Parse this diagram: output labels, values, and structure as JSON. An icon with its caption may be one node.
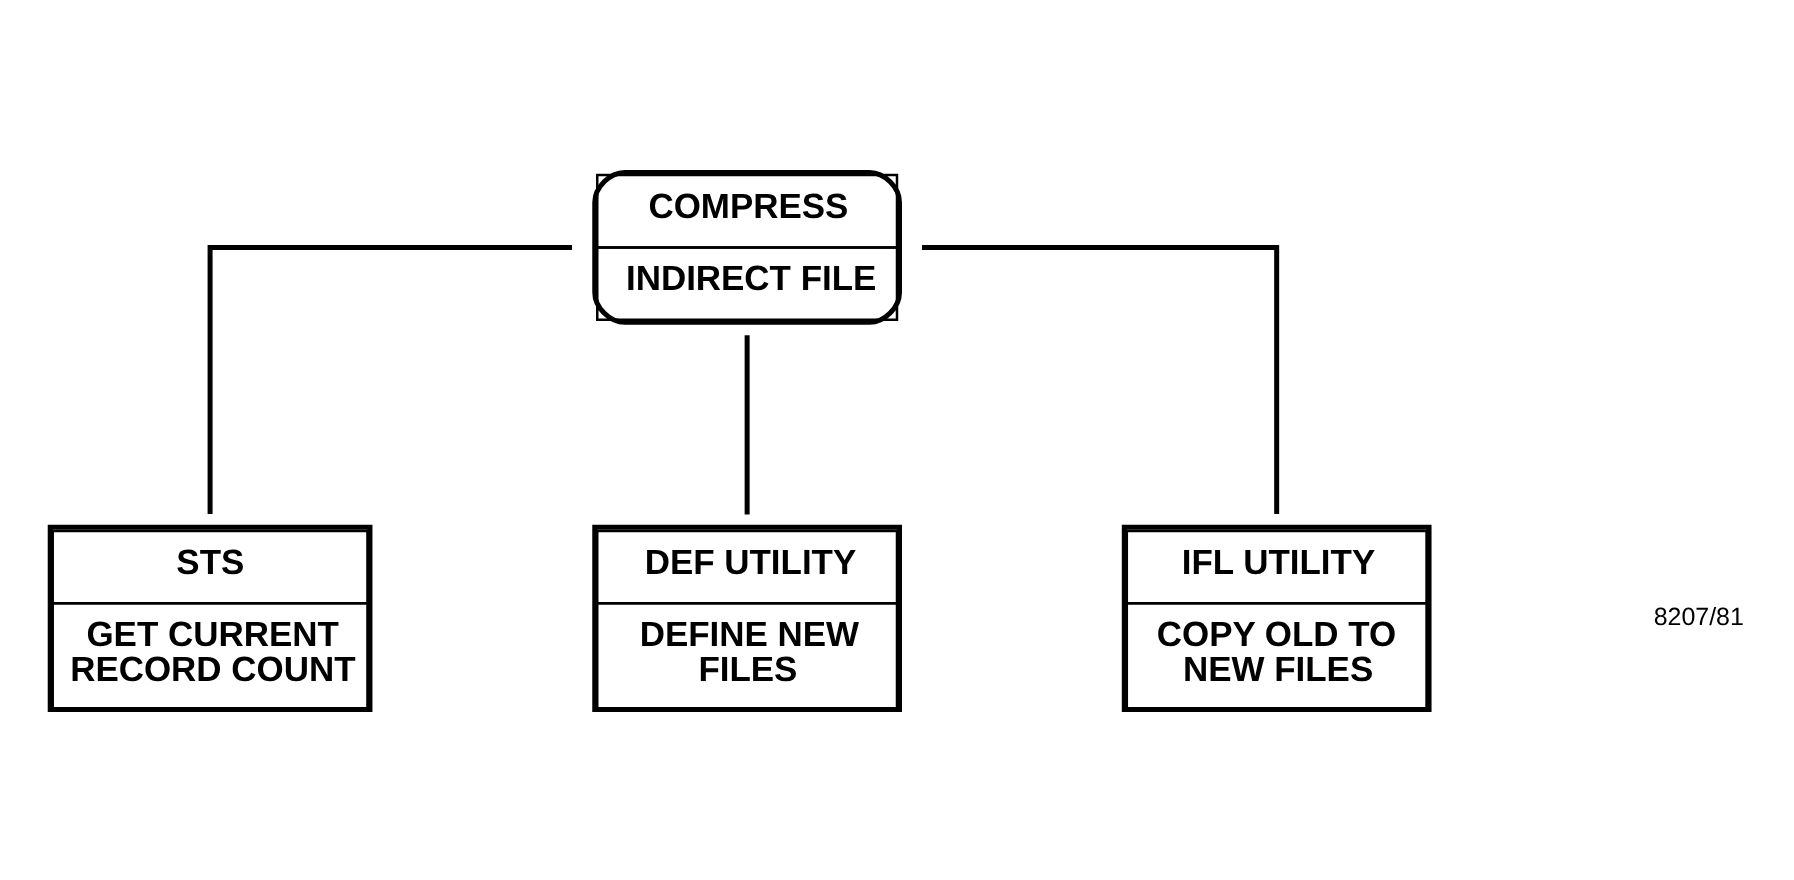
{
  "diagram": {
    "nodes": [
      {
        "text": [
          "COMPRESS",
          "INDIRECT FILE"
        ]
      },
      {
        "text": [
          "STS",
          "GET CURRENT RECORD COUNT"
        ]
      },
      {
        "text": [
          "DEF UTILITY",
          "DEFINE NEW FILES"
        ]
      },
      {
        "text": [
          "IFL UTILITY",
          "COPY OLD TO NEW FILES"
        ]
      }
    ],
    "edges": [
      {
        "from": 0,
        "to": 1,
        "arrow": "none"
      },
      {
        "from": 0,
        "to": 2,
        "arrow": "none"
      },
      {
        "from": 0,
        "to": 3,
        "arrow": "none"
      }
    ],
    "labels": [
      "8207/81"
    ]
  }
}
